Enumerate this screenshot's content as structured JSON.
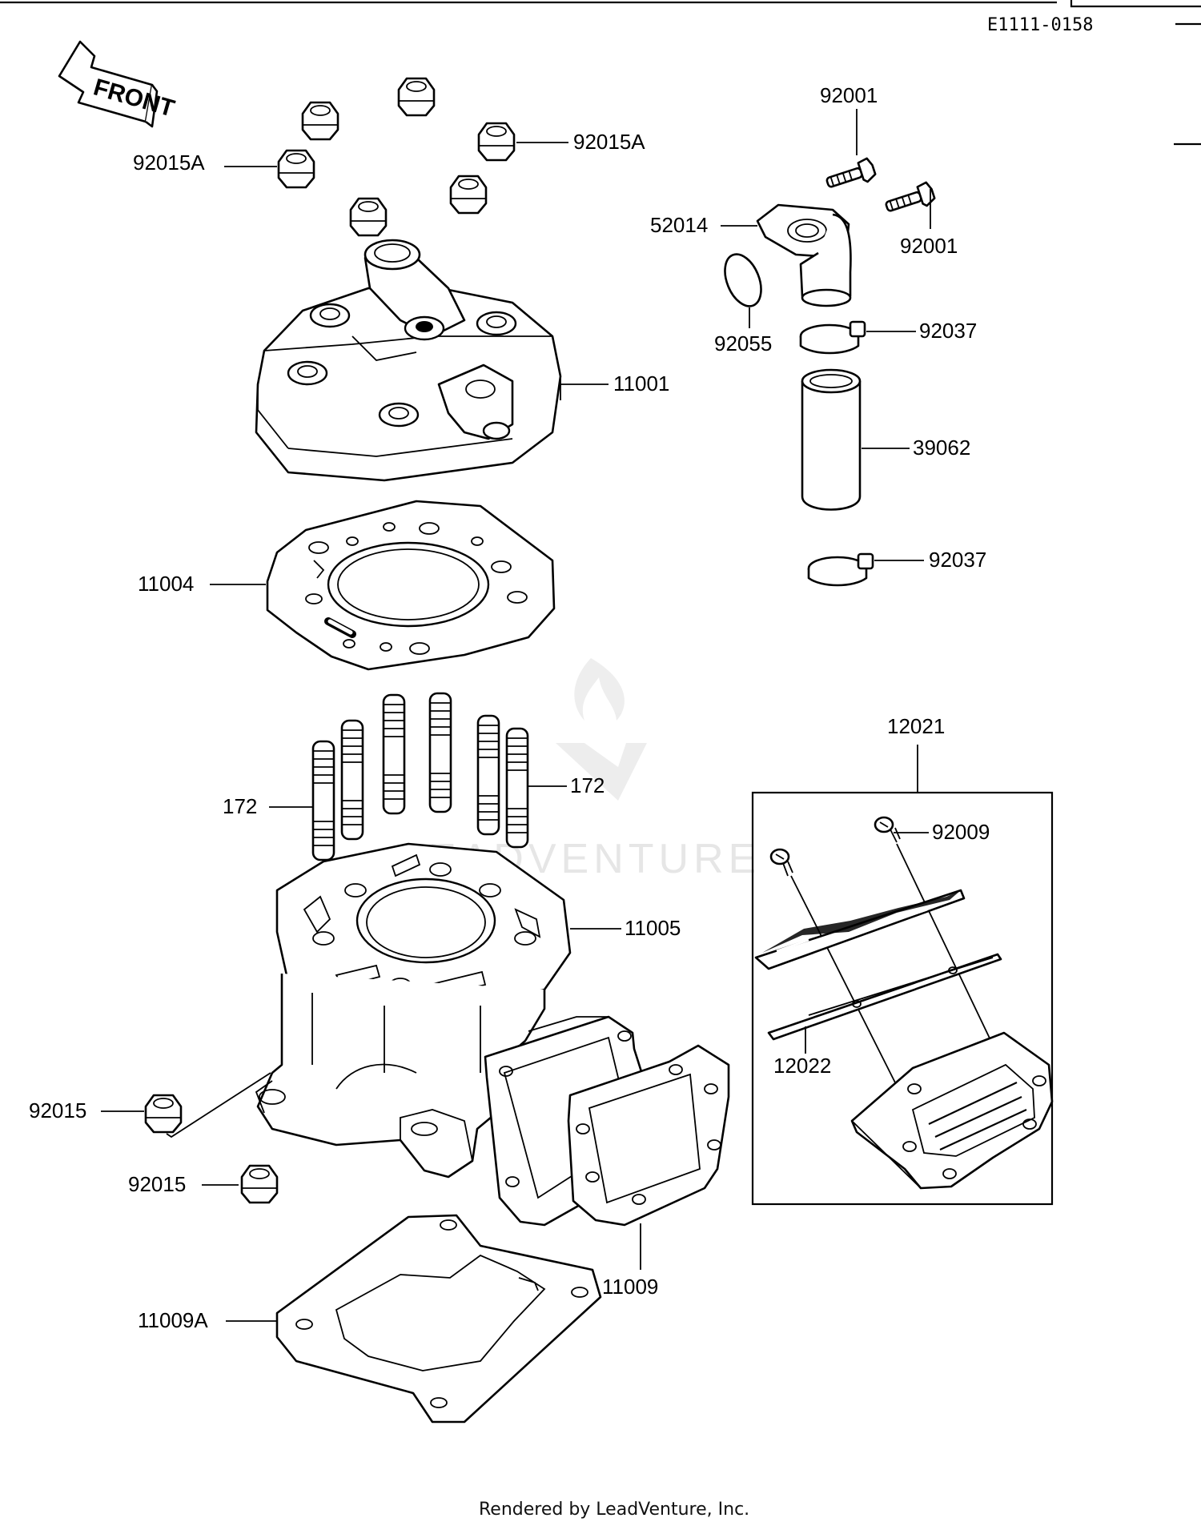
{
  "diagram": {
    "code": "E1111-0158",
    "front_label": "FRONT",
    "footer": "Rendered by LeadVenture, Inc.",
    "watermark": "LEADVENTURE"
  },
  "callouts": {
    "c92001_top": "92001",
    "c92015A_left": "92015A",
    "c92015A_right": "92015A",
    "c92001_right": "92001",
    "c52014": "52014",
    "c92055": "92055",
    "c92037_top": "92037",
    "c11001": "11001",
    "c39062": "39062",
    "c92037_bottom": "92037",
    "c11004": "11004",
    "c12021": "12021",
    "c172_left": "172",
    "c172_right": "172",
    "c92009": "92009",
    "c11005": "11005",
    "c12022": "12022",
    "c92015_a": "92015",
    "c92015_b": "92015",
    "c11009": "11009",
    "c11009A": "11009A"
  }
}
